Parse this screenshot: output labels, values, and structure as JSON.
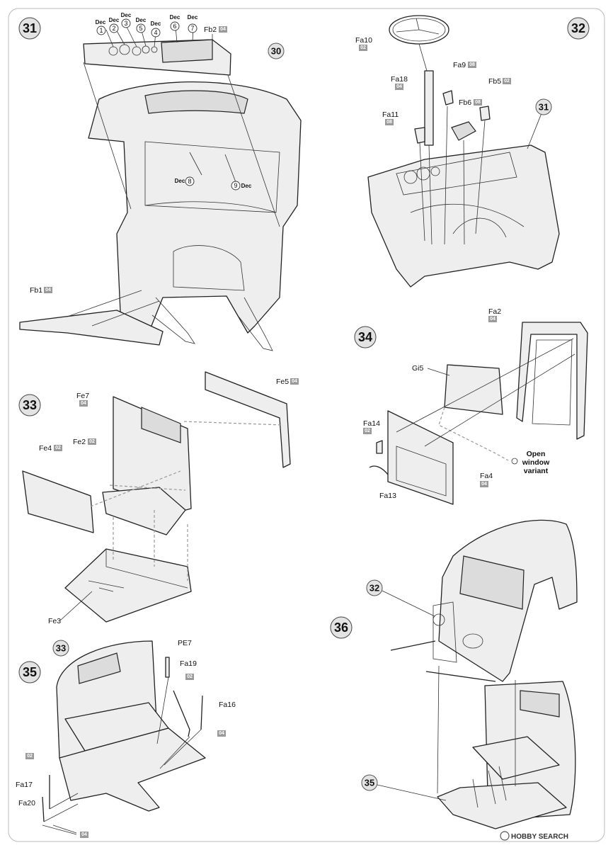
{
  "steps": {
    "s31": {
      "number": "31",
      "subassembly_ref": "30"
    },
    "s32": {
      "number": "32",
      "subassembly_ref": "31"
    },
    "s33": {
      "number": "33"
    },
    "s34": {
      "number": "34"
    },
    "s35": {
      "number": "35",
      "subassembly_ref": "33"
    },
    "s36": {
      "number": "36",
      "ref_a": "32",
      "ref_b": "35"
    }
  },
  "decals31": {
    "dec": "Dec",
    "n1": "1",
    "n2": "2",
    "n3": "3",
    "n4": "4",
    "n5": "5",
    "n6": "6",
    "n7": "7",
    "n8": "8",
    "n9": "9"
  },
  "labels": {
    "fb2": "Fb2",
    "fb2_code": "04",
    "fb1": "Fb1",
    "fb1_code": "04",
    "fa10": "Fa10",
    "fa10_code": "02",
    "fa18": "Fa18",
    "fa18_code": "04",
    "fa9": "Fa9",
    "fa9_code": "08",
    "fb5": "Fb5",
    "fb5_code": "02",
    "fb6": "Fb6",
    "fb6_code": "08",
    "fa11": "Fa11",
    "fa11_code": "08",
    "fe7": "Fe7",
    "fe7_code": "04",
    "fe5": "Fe5",
    "fe5_code": "04",
    "fe4": "Fe4",
    "fe4_code": "02",
    "fe2": "Fe2",
    "fe2_code": "02",
    "fe3": "Fe3",
    "fa2": "Fa2",
    "fa2_code": "04",
    "gi5": "Gi5",
    "fa14": "Fa14",
    "fa14_code": "02",
    "fa13": "Fa13",
    "fa4": "Fa4",
    "fa4_code": "04",
    "pe7": "PE7",
    "fa19": "Fa19",
    "fa19_code": "02",
    "fa16": "Fa16",
    "fa16_code": "04",
    "fa17": "Fa17",
    "fa17_code": "02",
    "fa20": "Fa20",
    "fa20_code": "04"
  },
  "notes": {
    "open_window_1": "Open",
    "open_window_2": "window",
    "open_window_3": "variant"
  },
  "watermark": {
    "brand": "HOBBY SEARCH"
  }
}
